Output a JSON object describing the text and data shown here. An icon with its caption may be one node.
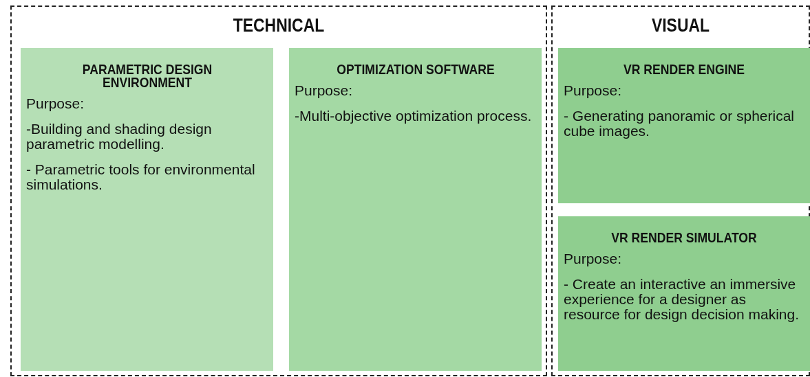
{
  "diagram": {
    "nodes": [
      {
        "text": [
          "TECHNICAL"
        ]
      },
      {
        "text": [
          "PARAMETRIC DESIGN ENVIRONMENT",
          "Purpose:",
          "-Building and shading design parametric modelling.",
          "- Parametric tools for environmental simulations."
        ],
        "in": 0
      },
      {
        "text": [
          "OPTIMIZATION SOFTWARE",
          "Purpose:",
          "-Multi-objective optimization process."
        ],
        "in": 0
      },
      {
        "text": [
          "VISUAL"
        ]
      },
      {
        "text": [
          "VR RENDER ENGINE",
          "Purpose:",
          "- Generating panoramic or spherical cube images."
        ],
        "in": 3
      },
      {
        "text": [
          "VR RENDER SIMULATOR",
          "Purpose:",
          "- Create an interactive an immersive experience for a designer as resource for design decision making."
        ],
        "in": 3
      }
    ]
  }
}
